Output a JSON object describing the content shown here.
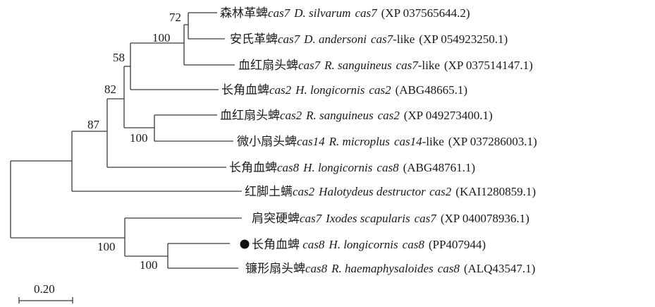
{
  "tree": {
    "scale_label": "0.20",
    "marker": "black-circle",
    "leaves": [
      {
        "id": "l1",
        "zh": "森林革蜱",
        "gene": "cas7",
        "species": "D.  silvarum",
        "suffix_it": "cas7",
        "suffix": "",
        "acc": "(XP  037565644.2)"
      },
      {
        "id": "l2",
        "zh": "安氏革蜱",
        "gene": "cas7",
        "species": "D.  andersoni",
        "suffix_it": "cas7",
        "suffix": "-like",
        "acc": "(XP  054923250.1)"
      },
      {
        "id": "l3",
        "zh": "血红扇头蜱",
        "gene": "cas7",
        "species": "R.  sanguineus",
        "suffix_it": "cas7",
        "suffix": "-like",
        "acc": "(XP  037514147.1)"
      },
      {
        "id": "l4",
        "zh": "长角血蜱",
        "gene": "cas2",
        "species": "H.  longicornis",
        "suffix_it": "cas2",
        "suffix": "",
        "acc": "(ABG48665.1)"
      },
      {
        "id": "l5",
        "zh": "血红扇头蜱",
        "gene": "cas2",
        "species": "R.  sanguineus",
        "suffix_it": "cas2",
        "suffix": "",
        "acc": "(XP  049273400.1)"
      },
      {
        "id": "l6",
        "zh": "微小扇头蜱",
        "gene": "cas14",
        "species": "R.  microplus",
        "suffix_it": "cas14",
        "suffix": "-like",
        "acc": "(XP  037286003.1)"
      },
      {
        "id": "l7",
        "zh": "长角血蜱",
        "gene": "cas8",
        "species": "H.  longicornis",
        "suffix_it": "cas8",
        "suffix": "",
        "acc": "(ABG48761.1)"
      },
      {
        "id": "l8",
        "zh": "红脚土螨",
        "gene": "cas2",
        "species": "Halotydeus  destructor",
        "suffix_it": "cas2",
        "suffix": "",
        "acc": "(KAI1280859.1)"
      },
      {
        "id": "l9",
        "zh": "肩突硬蜱",
        "gene": "cas7",
        "species": "Ixodes  scapularis",
        "suffix_it": "cas7",
        "suffix": "",
        "acc": "(XP  040078936.1)"
      },
      {
        "id": "l10",
        "zh": "长角血蜱",
        "gene": " cas8",
        "species": "H.  longicornis",
        "suffix_it": "cas8",
        "suffix": "",
        "acc": "(PP407944)",
        "marked": true
      },
      {
        "id": "l11",
        "zh": "镰形扇头蜱",
        "gene": "cas8",
        "species": "R.  haemaphysaloides",
        "suffix_it": "cas8",
        "suffix": "",
        "acc": "(ALQ43547.1)"
      }
    ],
    "bootstrap": [
      {
        "id": "b72",
        "value": "72"
      },
      {
        "id": "b100a",
        "value": "100"
      },
      {
        "id": "b58",
        "value": "58"
      },
      {
        "id": "b82",
        "value": "82"
      },
      {
        "id": "b100b",
        "value": "100"
      },
      {
        "id": "b87",
        "value": "87"
      },
      {
        "id": "b100c",
        "value": "100"
      },
      {
        "id": "b100d",
        "value": "100"
      }
    ]
  }
}
